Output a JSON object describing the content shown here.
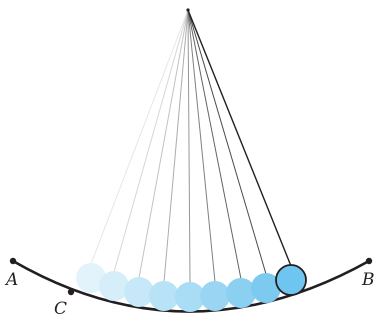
{
  "diagram": {
    "labels": {
      "a": "A",
      "b": "B",
      "c": "C"
    },
    "bob_colors": [
      "#e3f3fb",
      "#d5eefa",
      "#c6e8f8",
      "#b8e2f6",
      "#a9dcf5",
      "#9ad6f3",
      "#8bd0f1",
      "#7dcaf0",
      "#6ec5ef"
    ],
    "string_colors": [
      "#e6e6e6",
      "#d6d6d6",
      "#c2c2c2",
      "#acacac",
      "#969696",
      "#7f7f7f",
      "#646464",
      "#4a4a4a",
      "#231f20"
    ],
    "outline_color": "#231f20"
  }
}
